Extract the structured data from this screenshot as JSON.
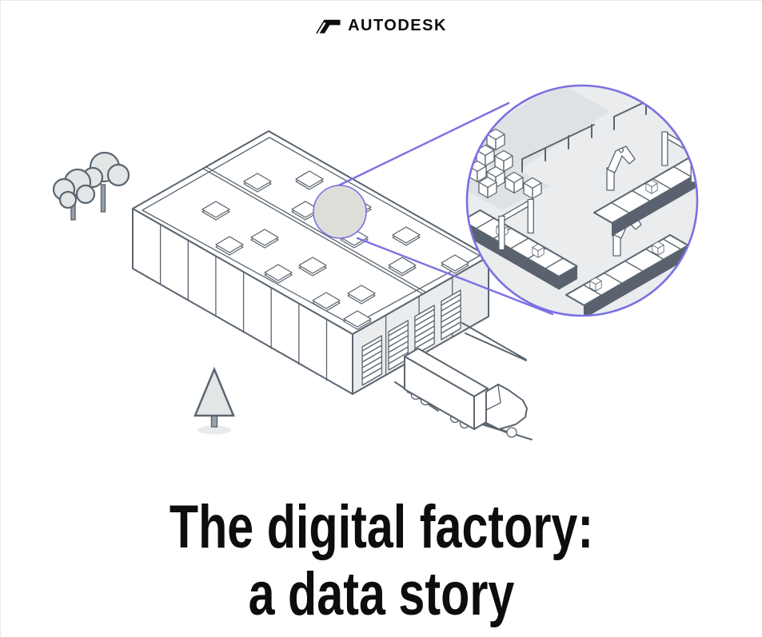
{
  "header": {
    "logo_text": "AUTODESK",
    "logo_icon": "autodesk-mark-icon"
  },
  "title": {
    "line1": "The digital factory:",
    "line2": "a data story"
  },
  "illustration": {
    "alt": "Isometric line drawing of a factory warehouse with roof skylights, loading dock doors, a semi truck and trees; a purple magnifier circle reveals the interior with conveyor belts, robotic arms, gantries and stacked boxes",
    "colors": {
      "line": "#5B6570",
      "fill_white": "#FFFFFF",
      "fill_light": "#EAECEE",
      "dark_side": "#59626E",
      "accent_purple": "#7B70E2",
      "roof_spot": "#DDDED8",
      "floor_strip": "#DFE2E4",
      "canopy": "#E3E6E6",
      "trunk": "#9AA1A9",
      "shadow": "#E8EAEB"
    }
  },
  "colors": {
    "background": "#FFFFFF",
    "text": "#0D0D0D",
    "border": "#E7E7E7"
  }
}
